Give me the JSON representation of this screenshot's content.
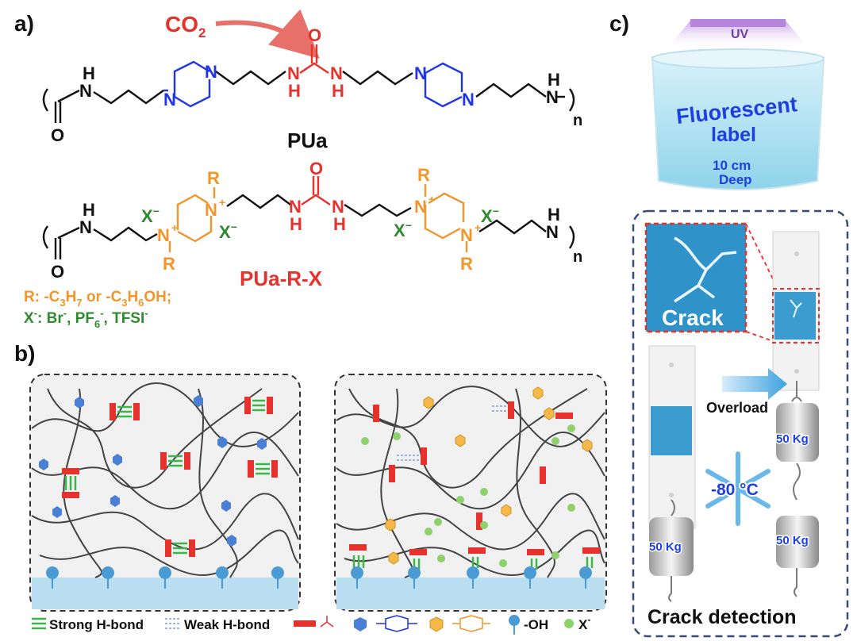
{
  "panels": {
    "a": "a)",
    "b": "b)",
    "c": "c)"
  },
  "panel_a": {
    "co2": "CO",
    "co2_sub": "2",
    "pua_name": "PUa",
    "puarx_name": "PUa-R-X",
    "repeat_n": "n",
    "atoms": {
      "N": "N",
      "H": "H",
      "O": "O",
      "R": "R",
      "X": "X",
      "plus": "+",
      "minus": "−"
    },
    "r_caption": {
      "prefix": "R: -C",
      "sub1": "3",
      "mid1": "H",
      "sub2": "7",
      "mid2": " or -C",
      "sub3": "3",
      "mid3": "H",
      "sub4": "6",
      "suffix": "OH;"
    },
    "x_caption": {
      "prefix": "X",
      "sup0": "-",
      "mid0": ": Br",
      "sup1": "-",
      "mid1": ", PF",
      "sub1": "6",
      "sup2": "-",
      "mid2": ", TFSI",
      "sup3": "-"
    }
  },
  "panel_b": {
    "legend": {
      "strong": "Strong H-bond",
      "weak": "Weak H-bond",
      "oh": "-OH",
      "x": "X",
      "x_sup": "-"
    }
  },
  "panel_c": {
    "uv": "UV",
    "fluorescent": "Fluorescent",
    "label": "label",
    "depth_value": "10 cm",
    "depth_word": "Deep",
    "crack": "Crack",
    "overload": "Overload",
    "weight_label": "50 Kg",
    "temperature": "-80 °C",
    "caption": "Crack detection"
  },
  "colors": {
    "urea_red": "#e5322d",
    "piperazine_blue": "#1f35e8",
    "quaternary_orange": "#f0962b",
    "anion_green": "#2f8a2f",
    "hbond_green": "#3cb54a",
    "substrate_blue": "#b9def0",
    "hydroxyl_blue": "#4a9bd4",
    "dashed_border": "#3a4a7a"
  }
}
